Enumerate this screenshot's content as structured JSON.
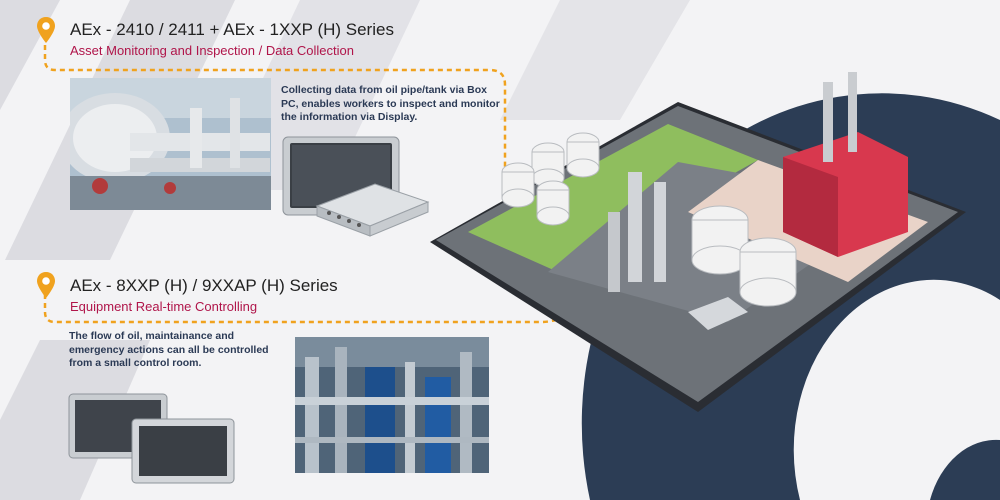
{
  "section1": {
    "title": "AEx - 2410 / 2411 + AEx - 1XXP (H) Series",
    "subtitle": "Asset Monitoring and Inspection / Data Collection",
    "description_lines": [
      "Collecting data from oil pipe/tank via Box",
      "PC, enables workers to inspect and monitor",
      "the information via Display."
    ]
  },
  "section2": {
    "title": "AEx - 8XXP (H) / 9XXAP (H) Series",
    "subtitle": "Equipment Real-time Controlling",
    "description_lines": [
      "The flow of oil, maintainance and",
      "emergency actions can all be controlled",
      "from a small control room."
    ]
  },
  "colors": {
    "accent_orange": "#f0a21e",
    "subtitle_red": "#b0154a",
    "dark_navy": "#2c3d55",
    "stripe_gray": "#d9d9de"
  },
  "icons": [
    "map-pin-icon",
    "panel-pc-icon",
    "box-pc-icon"
  ]
}
